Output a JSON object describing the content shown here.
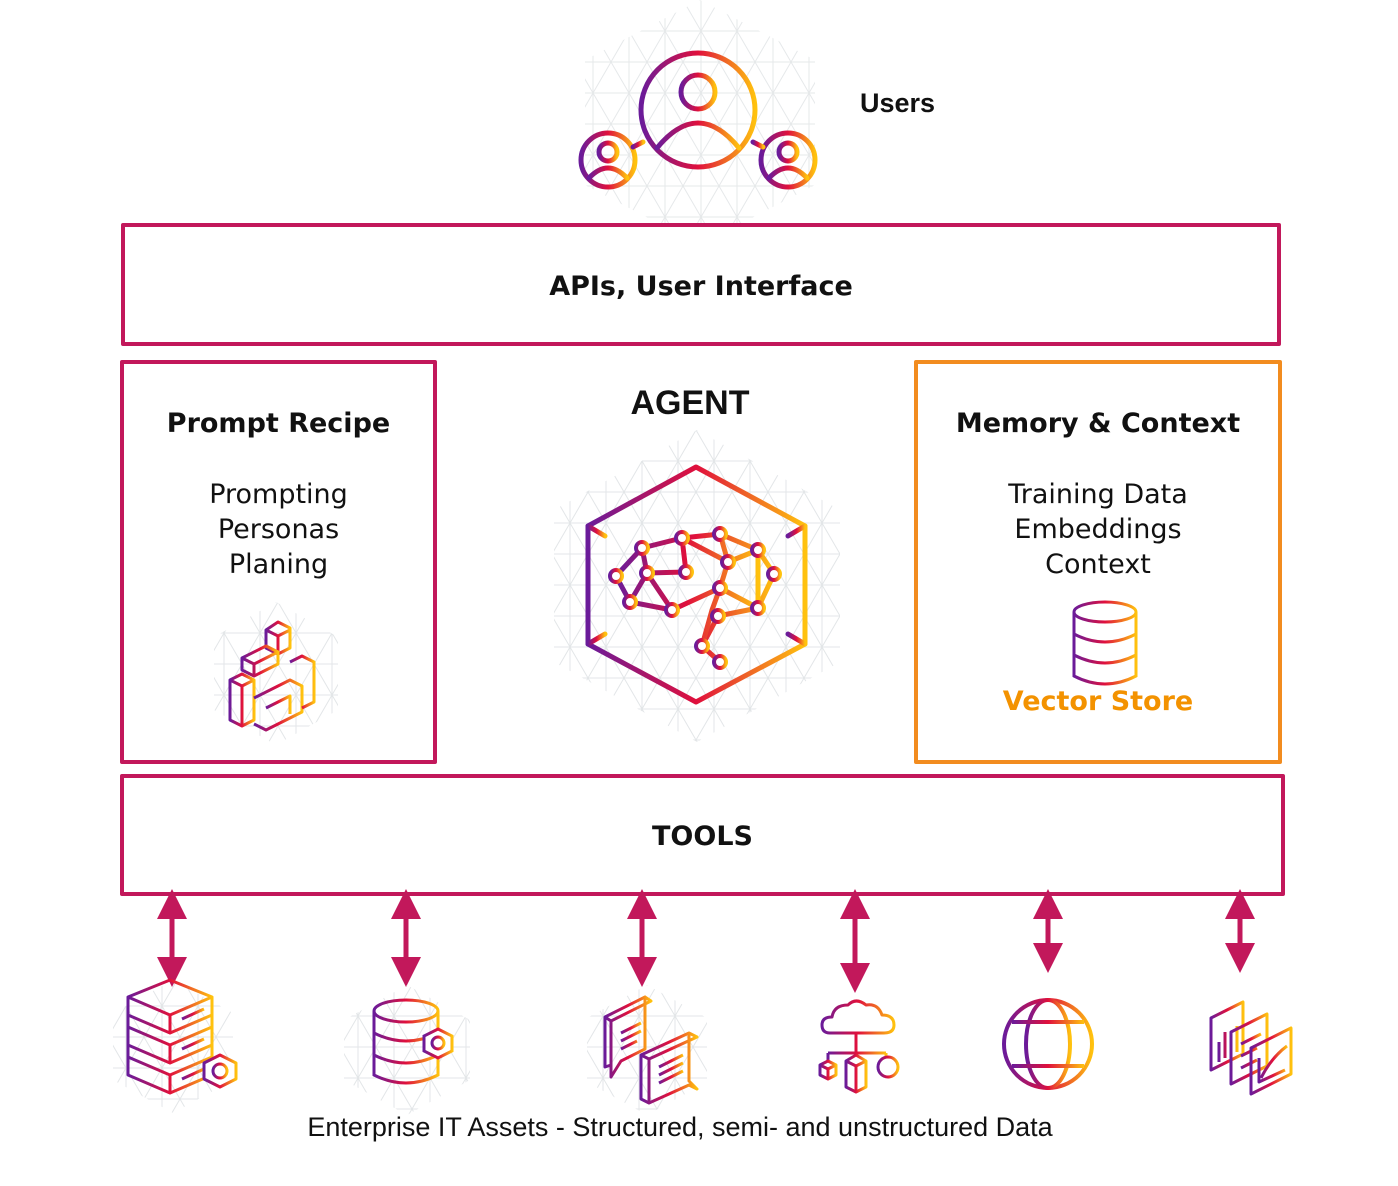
{
  "users": {
    "label": "Users",
    "icon": "users-network-icon"
  },
  "api_layer": {
    "label": "APIs, User Interface"
  },
  "prompt_recipe": {
    "title": "Prompt Recipe",
    "items": [
      "Prompting",
      "Personas",
      "Planing"
    ],
    "icon": "isometric-blocks-icon"
  },
  "agent": {
    "title": "AGENT",
    "icon": "brain-network-hexagon-icon"
  },
  "memory": {
    "title": "Memory & Context",
    "items": [
      "Training Data",
      "Embeddings",
      "Context"
    ],
    "store_label": "Vector Store",
    "icon": "database-icon"
  },
  "tools": {
    "label": "TOOLS"
  },
  "assets": {
    "caption": "Enterprise IT Assets - Structured, semi- and unstructured Data",
    "icons": [
      "server-stack-gear-icon",
      "database-gear-icon",
      "chat-documents-icon",
      "cloud-network-icon",
      "globe-icon",
      "analytics-reports-icon"
    ]
  },
  "colors": {
    "primary_border": "#c2185b",
    "memory_border": "#f28c1f",
    "vector_store_text": "#f39200",
    "arrow": "#c2185b",
    "gradient_start": "#6a1b9a",
    "gradient_mid": "#e0103c",
    "gradient_end": "#ffc20e"
  }
}
